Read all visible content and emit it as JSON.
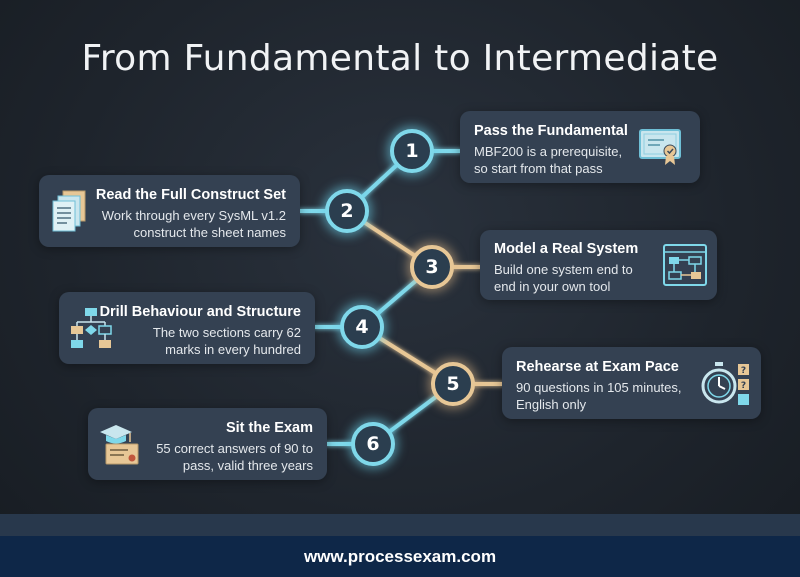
{
  "title": "From Fundamental to Intermediate",
  "steps": [
    {
      "number": "1",
      "heading": "Pass the Fundamental",
      "body": [
        "MBF200 is a prerequisite,",
        "so start from that pass"
      ],
      "icon": "certificate-icon"
    },
    {
      "number": "2",
      "heading": "Read the Full Construct Set",
      "body": [
        "Work through every SysML v1.2",
        "construct the sheet names"
      ],
      "icon": "documents-stack-icon"
    },
    {
      "number": "3",
      "heading": "Model a Real System",
      "body": [
        "Build one system end to",
        "end in your own tool"
      ],
      "icon": "system-diagram-icon"
    },
    {
      "number": "4",
      "heading": "Drill Behaviour and Structure",
      "body": [
        "The two sections carry 62",
        "marks in every hundred"
      ],
      "icon": "hierarchy-diagram-icon"
    },
    {
      "number": "5",
      "heading": "Rehearse at Exam Pace",
      "body": [
        "90 questions in 105 minutes,",
        "English only"
      ],
      "icon": "stopwatch-icon"
    },
    {
      "number": "6",
      "heading": "Sit the Exam",
      "body": [
        "55 correct answers of 90 to",
        "pass, valid three years"
      ],
      "icon": "graduation-certificate-icon"
    }
  ],
  "footer": "www.processexam.com",
  "colors": {
    "background": "#1f252d",
    "card": "#344152",
    "node_blue": "#7fd8ea",
    "node_tan": "#e7c796",
    "footer": "#0e2748"
  }
}
